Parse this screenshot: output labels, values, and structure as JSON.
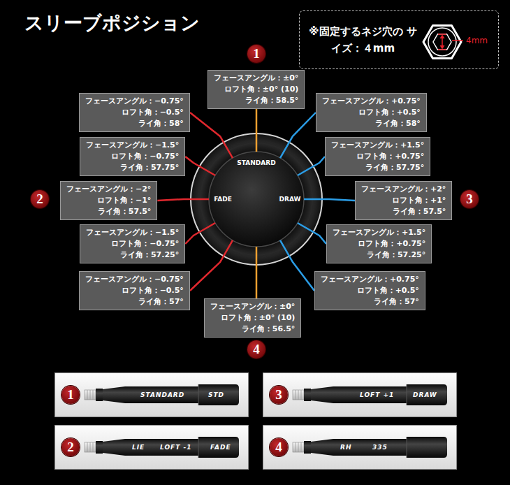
{
  "diagram": {
    "title": "スリーブポジション",
    "nodes": [
      {
        "text": [
          "※固定するネジ穴の サイズ：４mm"
        ]
      },
      {
        "text": [
          "1"
        ]
      },
      {
        "text": [
          "フェースアングル：±0°",
          "ロフト角：±0° (10)",
          "ライ角：58.5°"
        ]
      },
      {
        "text": [
          "フェースアングル：−0.75°",
          "ロフト角：−0.5°",
          "ライ角：58°"
        ]
      },
      {
        "text": [
          "フェースアングル：+0.75°",
          "ロフト角：+0.5°",
          "ライ角：58°"
        ]
      },
      {
        "text": [
          "フェースアングル：−1.5°",
          "ロフト角：−0.75°",
          "ライ角：57.75°"
        ]
      },
      {
        "text": [
          "フェースアングル：+1.5°",
          "ロフト角：+0.75°",
          "ライ角：57.75°"
        ]
      },
      {
        "text": [
          "2"
        ]
      },
      {
        "text": [
          "フェースアングル：−2°",
          "ロフト角：−1°",
          "ライ角：57.5°"
        ]
      },
      {
        "text": [
          "STANDARD",
          "FADE",
          "DRAW"
        ]
      },
      {
        "text": [
          "フェースアングル：+2°",
          "ロフト角：+1°",
          "ライ角：57.5°"
        ]
      },
      {
        "text": [
          "3"
        ]
      },
      {
        "text": [
          "フェースアングル：−1.5°",
          "ロフト角：−0.75°",
          "ライ角：57.25°"
        ]
      },
      {
        "text": [
          "フェースアングル：+1.5°",
          "ロフト角：+0.75°",
          "ライ角：57.25°"
        ]
      },
      {
        "text": [
          "フェースアングル：−0.75°",
          "ロフト角：−0.5°",
          "ライ角：57°"
        ]
      },
      {
        "text": [
          "フェースアングル：+0.75°",
          "ロフト角：+0.5°",
          "ライ角：57°"
        ]
      },
      {
        "text": [
          "フェースアングル：±0°",
          "ロフト角：±0° (10)",
          "ライ角：56.5°"
        ]
      },
      {
        "text": [
          "4"
        ]
      },
      {
        "text": [
          "STANDARD",
          "STD"
        ]
      },
      {
        "text": [
          "1"
        ],
        "in": 18
      },
      {
        "text": [
          "LOFT +1",
          "DRAW"
        ]
      },
      {
        "text": [
          "3"
        ],
        "in": 20
      },
      {
        "text": [
          "LIE",
          "LOFT -1",
          "FADE"
        ]
      },
      {
        "text": [
          "2"
        ],
        "in": 22
      },
      {
        "text": [
          "RH",
          "335"
        ]
      },
      {
        "text": [
          "4"
        ],
        "in": 24
      }
    ],
    "edges": [
      {
        "from": 2,
        "to": 9,
        "arrow": "none"
      },
      {
        "from": 3,
        "to": 9,
        "arrow": "none"
      },
      {
        "from": 4,
        "to": 9,
        "arrow": "none"
      },
      {
        "from": 5,
        "to": 9,
        "arrow": "none"
      },
      {
        "from": 6,
        "to": 9,
        "arrow": "none"
      },
      {
        "from": 8,
        "to": 9,
        "arrow": "none"
      },
      {
        "from": 10,
        "to": 9,
        "arrow": "none"
      },
      {
        "from": 12,
        "to": 9,
        "arrow": "none"
      },
      {
        "from": 13,
        "to": 9,
        "arrow": "none"
      },
      {
        "from": 14,
        "to": 9,
        "arrow": "none"
      },
      {
        "from": 15,
        "to": 9,
        "arrow": "none"
      },
      {
        "from": 16,
        "to": 9,
        "arrow": "none"
      }
    ],
    "labels": [
      "4mm"
    ]
  }
}
